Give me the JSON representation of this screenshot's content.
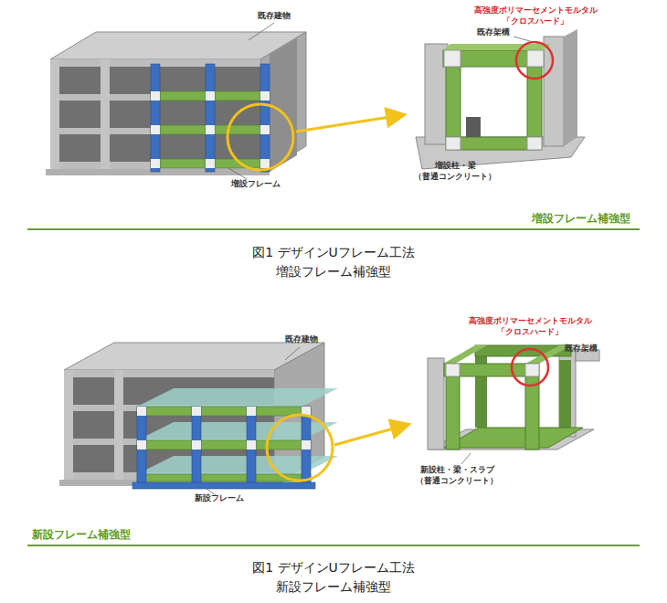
{
  "diagram": {
    "labels": [
      "高強度ポリマーセメントモルタル",
      "「クロスハード」",
      "既存建物",
      "既存架構",
      "増設柱・梁",
      "（普通コンクリート）",
      "増設フレーム",
      "増設フレーム補強型",
      "図1 デザインUフレーム工法",
      "増設フレーム補強型",
      "高強度ポリマーセメントモルタル",
      "「クロスハード」",
      "既存架構",
      "既存建物",
      "新設柱・梁・スラブ",
      "（普通コンクリート）",
      "新設フレーム",
      "新設フレーム補強型",
      "図1 デザインUフレーム工法",
      "新設フレーム補強型"
    ]
  }
}
